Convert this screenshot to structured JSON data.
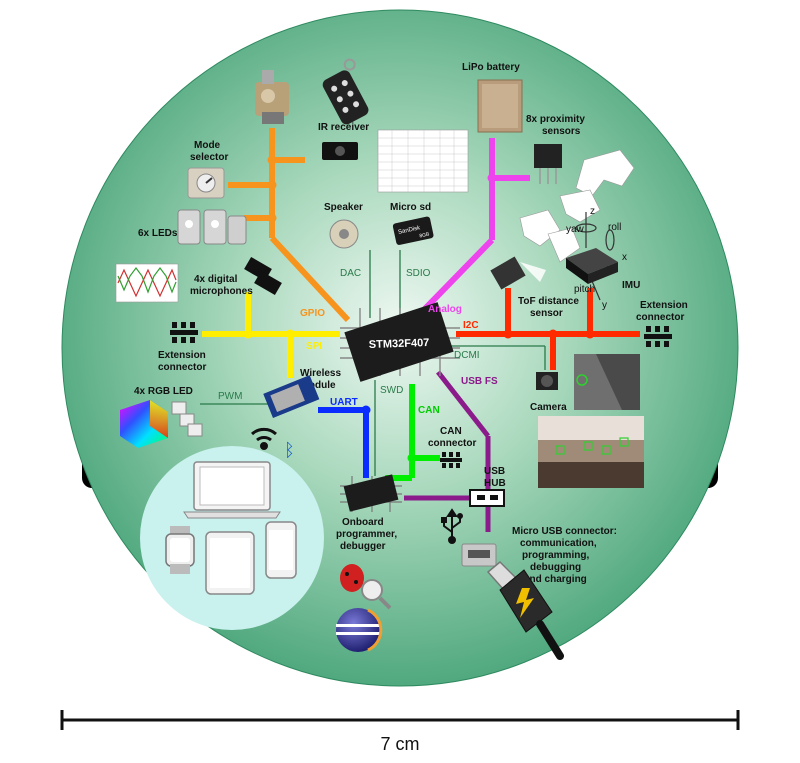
{
  "mcu": "STM32F407",
  "buses": {
    "gpio": "GPIO",
    "analog": "Analog",
    "i2c": "I2C",
    "spi": "SPI",
    "uart": "UART",
    "can": "CAN",
    "usb_fs": "USB FS",
    "dac": "DAC",
    "sdio": "SDIO",
    "dcmi": "DCMI",
    "swd": "SWD",
    "pwm": "PWM"
  },
  "components": {
    "ir_receiver": "IR receiver",
    "mode_selector_1": "Mode",
    "mode_selector_2": "selector",
    "leds": "6x LEDs",
    "mics_1": "4x digital",
    "mics_2": "microphones",
    "ext_left_1": "Extension",
    "ext_left_2": "connector",
    "rgb_led": "4x RGB LED",
    "wireless_1": "Wireless",
    "wireless_2": "module",
    "speaker": "Speaker",
    "micro_sd": "Micro sd",
    "lipo": "LiPo battery",
    "prox_1": "8x proximity",
    "prox_2": "sensors",
    "imu": "IMU",
    "tof_1": "ToF distance",
    "tof_2": "sensor",
    "ext_right_1": "Extension",
    "ext_right_2": "connector",
    "camera": "Camera",
    "can_conn_1": "CAN",
    "can_conn_2": "connector",
    "usb_hub_1": "USB",
    "usb_hub_2": "HUB",
    "programmer_1": "Onboard",
    "programmer_2": "programmer,",
    "programmer_3": "debugger",
    "usb_conn_1": "Micro USB connector:",
    "usb_conn_2": "communication,",
    "usb_conn_3": "programming,",
    "usb_conn_4": "debugging",
    "usb_conn_5": "and charging"
  },
  "imu_axes": {
    "z": "z",
    "yaw": "yaw",
    "roll": "roll",
    "x": "x",
    "pitch": "pitch",
    "y": "y"
  },
  "sd_card": {
    "brand": "SanDisk",
    "size": "8GB"
  },
  "scale_label": "7 cm",
  "colors": {
    "gpio": "#f7941d",
    "analog": "#ee44ee",
    "i2c": "#ff2a00",
    "spi": "#ffee00",
    "uart": "#0a2cff",
    "can": "#00ee00",
    "usb": "#8b1a8b",
    "thin": "#2a7a4a",
    "board_edge": "#3e9b6e",
    "board_center": "#e8f6ee"
  }
}
